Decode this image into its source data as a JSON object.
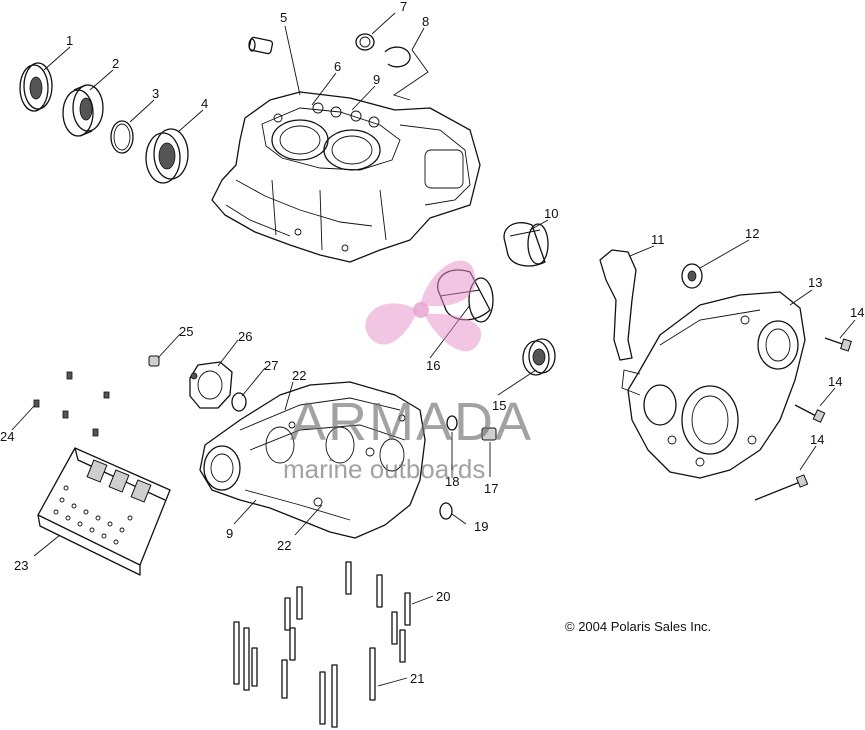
{
  "callouts": [
    "1",
    "2",
    "3",
    "4",
    "5",
    "6",
    "7",
    "8",
    "9",
    "10",
    "11",
    "12",
    "13",
    "14",
    "15",
    "16",
    "17",
    "18",
    "19",
    "20",
    "21",
    "22",
    "23",
    "24",
    "25",
    "26",
    "27"
  ],
  "copyright": "© 2004 Polaris Sales Inc.",
  "watermark": {
    "brand": "ARMADA",
    "tagline": "marine outboards",
    "colors": {
      "logo": "#e48fc6",
      "text": "#6e6e6e"
    }
  }
}
